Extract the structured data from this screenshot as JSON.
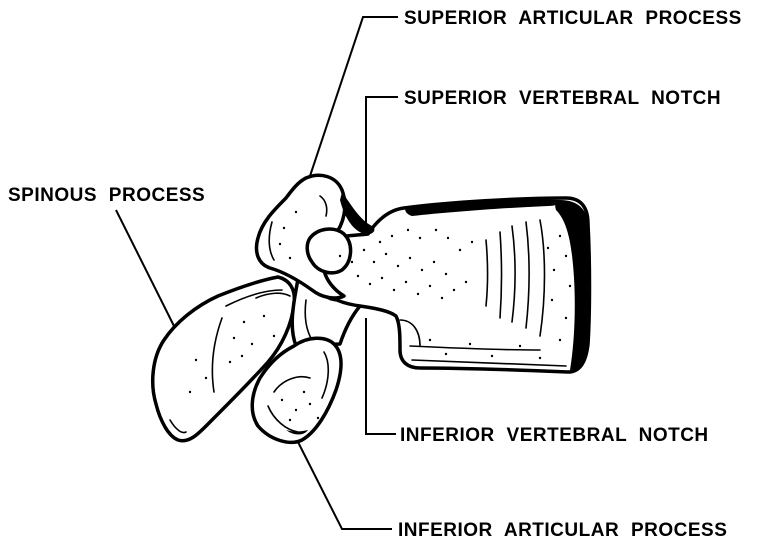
{
  "colors": {
    "ink": "#000000",
    "paper": "#ffffff"
  },
  "labels": {
    "superior_articular_process": "SUPERIOR ARTICULAR PROCESS",
    "superior_vertebral_notch": "SUPERIOR VERTEBRAL NOTCH",
    "spinous_process": "SPINOUS PROCESS",
    "inferior_vertebral_notch": "INFERIOR VERTEBRAL NOTCH",
    "inferior_articular_process": "INFERIOR ARTICULAR PROCESS"
  }
}
